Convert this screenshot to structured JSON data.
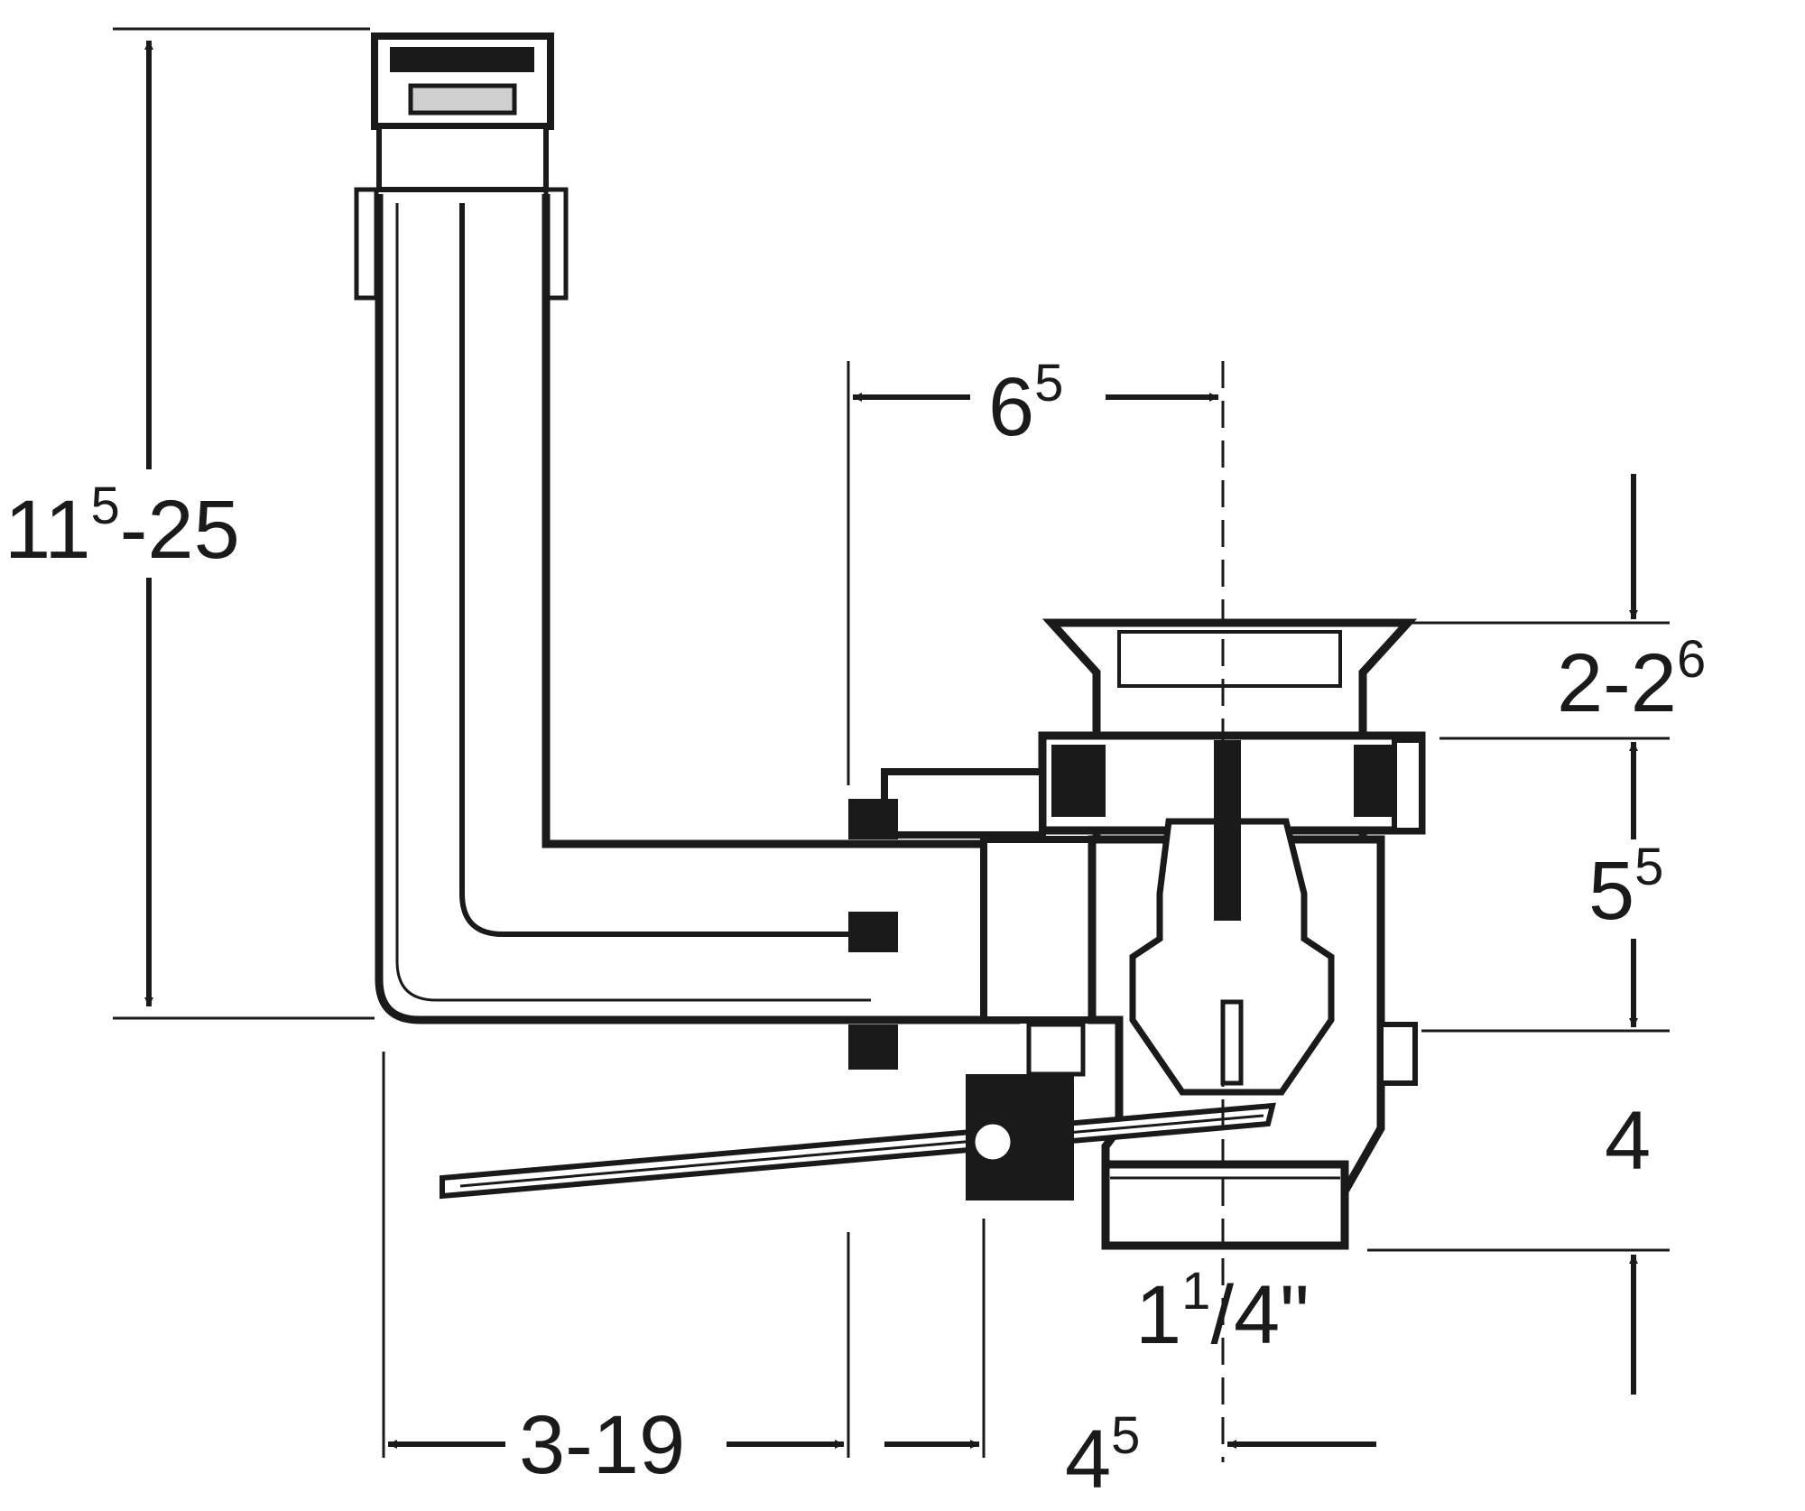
{
  "dimensions": {
    "total_height": {
      "main": "11",
      "sup": "5",
      "rest": "-25"
    },
    "horizontal_top": {
      "main": "6",
      "sup": "5"
    },
    "rim_height": {
      "main": "2-2",
      "sup": "6"
    },
    "mid_height": {
      "main": "5",
      "sup": "5"
    },
    "low_height": {
      "main": "4"
    },
    "outlet": {
      "main": "1",
      "sup": "1",
      "rest": "/4\""
    },
    "bottom_left": {
      "main": "3-19"
    },
    "bottom_right": {
      "main": "4",
      "sup": "5"
    }
  },
  "colors": {
    "ink": "#1a1a1a",
    "fill": "#ffffff",
    "shade": "#dcdcdc"
  }
}
